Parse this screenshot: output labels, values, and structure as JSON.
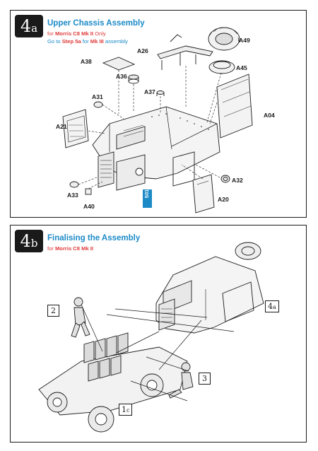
{
  "step_a": {
    "badge_num": "4",
    "badge_letter": "a",
    "title": "Upper Chassis Assembly",
    "note1_prefix": "for ",
    "note1_model": "Morris C8 Mk II",
    "note1_suffix": " Only",
    "note2_prefix": "Go to ",
    "note2_step": "Step 5a",
    "note2_middle": " for ",
    "note2_model": "Mk III",
    "note2_suffix": " assembly",
    "parts": [
      "A49",
      "A26",
      "A45",
      "A38",
      "A36",
      "A37",
      "A31",
      "A04",
      "A21",
      "A32",
      "A33",
      "A40",
      "A20"
    ],
    "callout": "S01"
  },
  "step_b": {
    "badge_num": "4",
    "badge_letter": "b",
    "title": "Finalising the Assembly",
    "note_prefix": "for ",
    "note_model": "Morris C8 Mk II",
    "ref_a_num": "4",
    "ref_a_letter": "a",
    "ref_c_num": "1",
    "ref_c_letter": "c",
    "figure_2": "2",
    "figure_3": "3"
  },
  "colors": {
    "accent_blue": "#1b8ac7",
    "accent_red": "#e03a3a",
    "ink": "#1a1a1a"
  }
}
